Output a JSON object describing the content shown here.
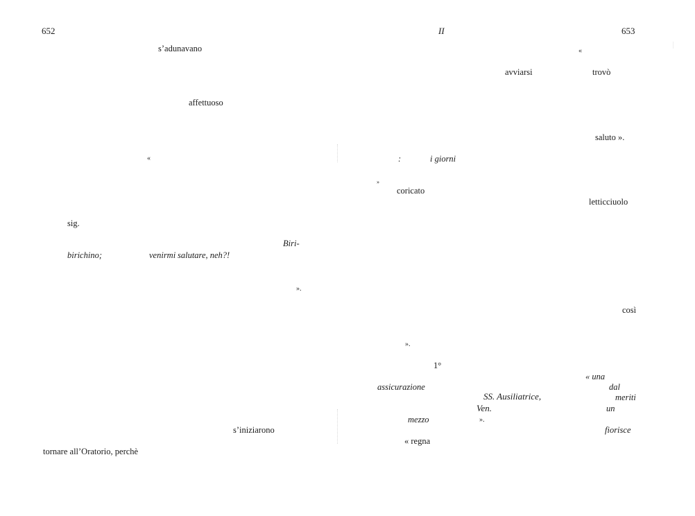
{
  "left_page": {
    "page_number": "652",
    "fragments": [
      "s’adunavano",
      "affettuoso",
      "«",
      "sig.",
      "Biri-",
      "birichino;",
      "venirmi",
      "salutare, neh?!",
      "».",
      "s’iniziarono",
      "tornare all’Oratorio, perchè"
    ]
  },
  "right_page": {
    "running_head": "II",
    "page_number": "653",
    "fragments": [
      "«",
      "avviarsi",
      "trovò",
      "saluto ».",
      ":",
      "i giorni",
      "»",
      "coricato",
      "letticciuolo",
      "così",
      "».",
      "1°",
      "« una",
      "assicurazione",
      "dal",
      "SS. Ausiliatrice,",
      "meriti",
      "Ven.",
      "un",
      "mezzo",
      "».",
      "fiorisce",
      "« regna"
    ]
  }
}
